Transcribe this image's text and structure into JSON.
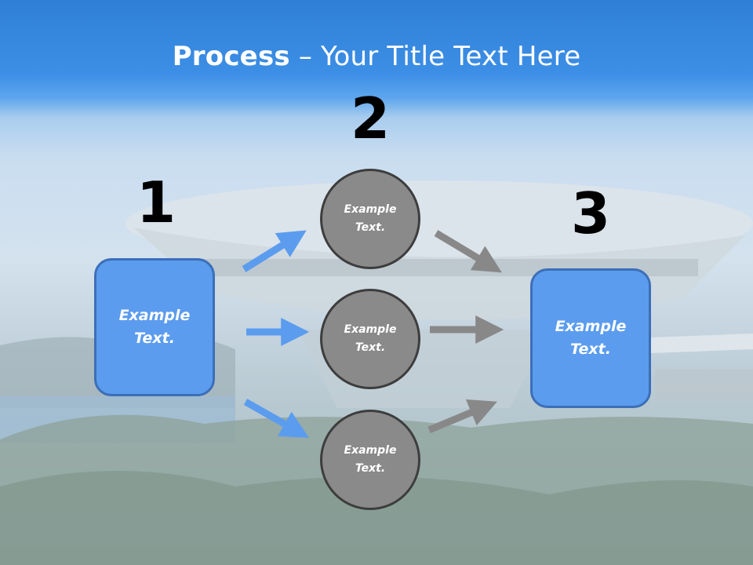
{
  "title": {
    "bold": "Process",
    "rest": " – Your Title Text Here"
  },
  "step_numbers": [
    "1",
    "2",
    "3"
  ],
  "left_box": {
    "label": "Example Text."
  },
  "circles": [
    {
      "label": "Example Text."
    },
    {
      "label": "Example Text."
    },
    {
      "label": "Example Text."
    }
  ],
  "right_box": {
    "label": "Example Text."
  },
  "colors": {
    "blue_box": "#5b9cee",
    "blue_arrow": "#5b9cee",
    "gray_circle": "#8a8a8a",
    "gray_arrow": "#888888"
  }
}
